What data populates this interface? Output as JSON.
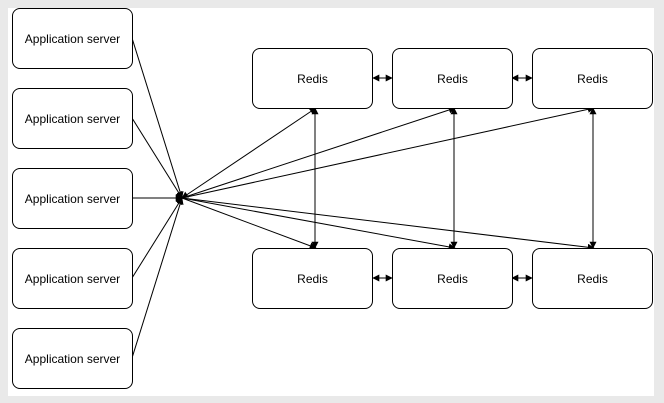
{
  "diagram": {
    "app_servers": [
      {
        "label": "Application server"
      },
      {
        "label": "Application server"
      },
      {
        "label": "Application server"
      },
      {
        "label": "Application server"
      },
      {
        "label": "Application server"
      }
    ],
    "redis_top": [
      {
        "label": "Redis"
      },
      {
        "label": "Redis"
      },
      {
        "label": "Redis"
      }
    ],
    "redis_bottom": [
      {
        "label": "Redis"
      },
      {
        "label": "Redis"
      },
      {
        "label": "Redis"
      }
    ],
    "colors": {
      "background": "#e9e9e9",
      "canvas": "#ffffff",
      "stroke": "#000000"
    }
  }
}
